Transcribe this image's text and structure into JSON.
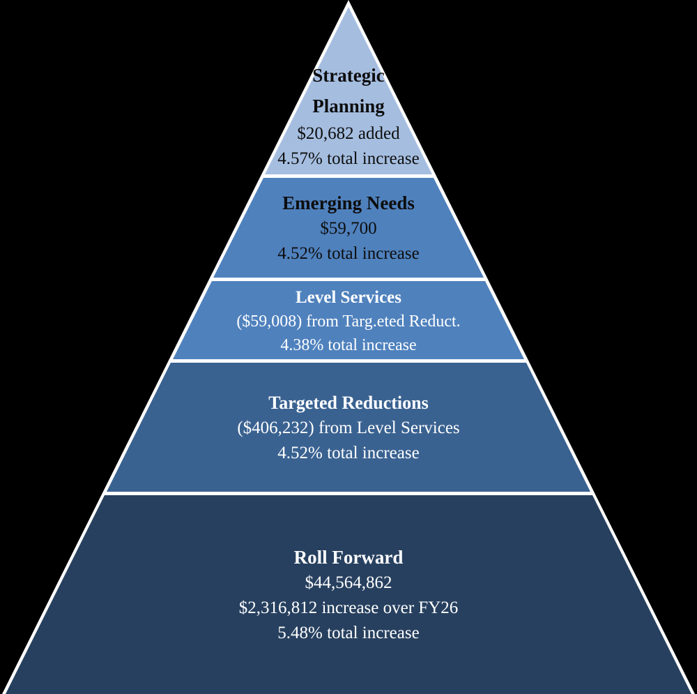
{
  "chart": {
    "type": "pyramid",
    "background": "#000000",
    "separator_color": "#ffffff",
    "tiers": [
      {
        "id": "strategic-planning",
        "title": "Strategic Planning",
        "lines": [
          "$20,682 added",
          "4.57% total increase"
        ],
        "fill": "#a5bee0",
        "text_color": "#0d0d0d"
      },
      {
        "id": "emerging-needs",
        "title": "Emerging Needs",
        "lines": [
          "$59,700",
          "4.52% total increase"
        ],
        "fill": "#4f81bd",
        "text_color": "#0d0d0d"
      },
      {
        "id": "level-services",
        "title": "Level Services",
        "lines": [
          "($59,008) from Targ.eted Reduct.",
          "4.38% total increase"
        ],
        "fill": "#4f81bd",
        "text_color": "#ffffff"
      },
      {
        "id": "targeted-reductions",
        "title": "Targeted Reductions",
        "lines": [
          "($406,232) from Level Services",
          "4.52% total increase"
        ],
        "fill": "#3a6291",
        "text_color": "#ffffff"
      },
      {
        "id": "roll-forward",
        "title": "Roll Forward",
        "lines": [
          "$44,564,862",
          "$2,316,812 increase over FY26",
          "5.48% total increase"
        ],
        "fill": "#27405f",
        "text_color": "#ffffff"
      }
    ]
  }
}
